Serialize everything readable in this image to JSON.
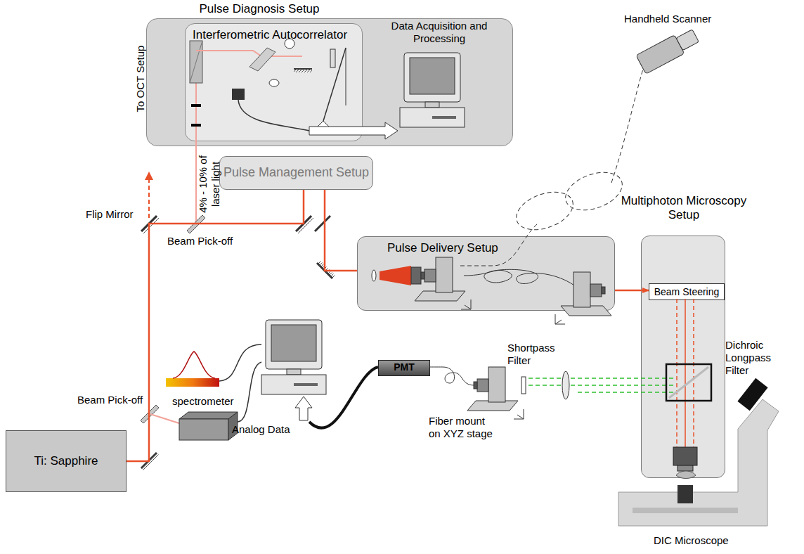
{
  "diagram": {
    "nodes": [
      {
        "text": [
          "Pulse Diagnosis Setup"
        ]
      },
      {
        "text": [
          "Interferometric Autocorrelator"
        ],
        "in": 0
      },
      {
        "text": [
          "Pulse Management Setup"
        ]
      },
      {
        "text": [
          "Pulse Delivery Setup"
        ]
      },
      {
        "text": [
          "Multiphoton Microscopy Setup"
        ]
      },
      {
        "text": [
          "Beam Steering"
        ],
        "in": 4
      },
      {
        "text": [
          "Ti: Sapphire"
        ]
      },
      {
        "text": [
          "PMT"
        ]
      }
    ],
    "edges": [
      {
        "from": 6,
        "to": 2,
        "arrow": "none"
      },
      {
        "from": 2,
        "to": 3,
        "arrow": "none"
      },
      {
        "from": 3,
        "to": 5,
        "arrow": "to"
      }
    ],
    "labels": [
      "Handheld Scanner",
      "Data Acquisition and Processing",
      "To OCT Setup",
      "4% - 10% of laser light",
      "Flip Mirror",
      "Beam Pick-off",
      "Beam Pick-off",
      "spectrometer",
      "Analog Data",
      "Fiber mount on XYZ stage",
      "Shortpass Filter",
      "Dichroic Longpass Filter",
      "DIC Microscope"
    ]
  }
}
